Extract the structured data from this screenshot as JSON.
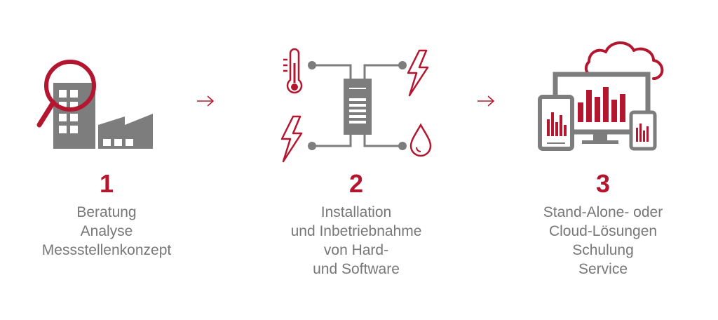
{
  "steps": [
    {
      "number": "1",
      "lines": [
        "Beratung",
        "Analyse",
        "Messstellenkonzept"
      ],
      "icon": "factory-magnifier-icon"
    },
    {
      "number": "2",
      "lines": [
        "Installation",
        "und Inbetriebnahme",
        "von Hard-",
        "und Software"
      ],
      "icon": "device-connections-icon"
    },
    {
      "number": "3",
      "lines": [
        "Stand-Alone- oder",
        "Cloud-Lösungen",
        "Schulung",
        "Service"
      ],
      "icon": "cloud-devices-icon"
    }
  ],
  "colors": {
    "accent": "#b5162f",
    "gray": "#7d7d7d",
    "text": "#777777"
  }
}
